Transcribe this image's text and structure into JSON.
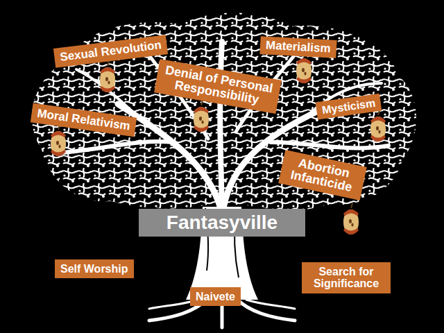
{
  "diagram": {
    "nodes": [
      {
        "text": [
          "Sexual Revolution"
        ]
      },
      {
        "text": [
          "Materialism"
        ]
      },
      {
        "text": [
          "Denial of Personal Responsibility"
        ]
      },
      {
        "text": [
          "Mysticism"
        ]
      },
      {
        "text": [
          "Moral Relativism"
        ]
      },
      {
        "text": [
          "Abortion Infanticide"
        ]
      },
      {
        "text": [
          "Fantasyville"
        ]
      },
      {
        "text": [
          "Self Worship"
        ]
      },
      {
        "text": [
          "Search for Significance"
        ]
      },
      {
        "text": [
          "Naivete"
        ]
      }
    ]
  }
}
